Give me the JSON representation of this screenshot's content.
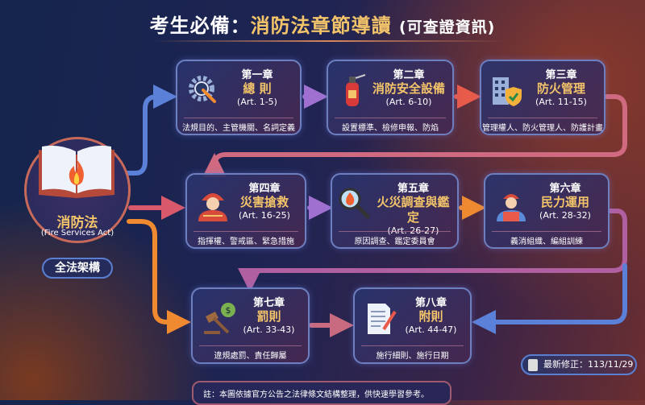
{
  "title": {
    "prefix": "考生必備：",
    "highlight": "消防法章節導讀",
    "suffix": "(可查證資訊)"
  },
  "hub": {
    "name": "消防法",
    "english": "(Fire Services Act)",
    "badge": "全法架構",
    "icon": "open-book-flame-icon"
  },
  "chapters": [
    {
      "chapter": "第一章",
      "name": "總 則",
      "articles": "(Art. 1-5)",
      "topics": "法規目的、主管機關、名詞定義",
      "icon": "gear-wrench-icon"
    },
    {
      "chapter": "第二章",
      "name": "消防安全設備",
      "articles": "(Art. 6-10)",
      "topics": "設置標準、檢修申報、防焰",
      "icon": "fire-extinguisher-icon"
    },
    {
      "chapter": "第三章",
      "name": "防火管理",
      "articles": "(Art. 11-15)",
      "topics": "管理權人、防火管理人、防護計畫",
      "icon": "building-shield-icon"
    },
    {
      "chapter": "第四章",
      "name": "災害搶救",
      "articles": "(Art. 16-25)",
      "topics": "指揮權、警戒區、緊急措施",
      "icon": "firefighter-icon"
    },
    {
      "chapter": "第五章",
      "name": "火災調查與鑑定",
      "articles": "(Art. 26-27)",
      "topics": "原因調查、鑑定委員會",
      "icon": "magnifier-flame-icon"
    },
    {
      "chapter": "第六章",
      "name": "民力運用",
      "articles": "(Art. 28-32)",
      "topics": "義消組織、編組訓練",
      "icon": "volunteer-icon"
    },
    {
      "chapter": "第七章",
      "name": "罰則",
      "articles": "(Art. 33-43)",
      "topics": "違規處罰、責任歸屬",
      "icon": "gavel-money-icon"
    },
    {
      "chapter": "第八章",
      "name": "附則",
      "articles": "(Art. 44-47)",
      "topics": "施行細則、施行日期",
      "icon": "document-pen-icon"
    }
  ],
  "revision": "最新修正：113/11/29",
  "note": "註：本圖依據官方公告之法律條文結構整理，供快速學習參考。",
  "colors": {
    "accent": "#f3c46a",
    "blue": "#4a90e0",
    "purple": "#9a6ad0",
    "orange": "#f08a30",
    "red": "#e85a4a"
  }
}
